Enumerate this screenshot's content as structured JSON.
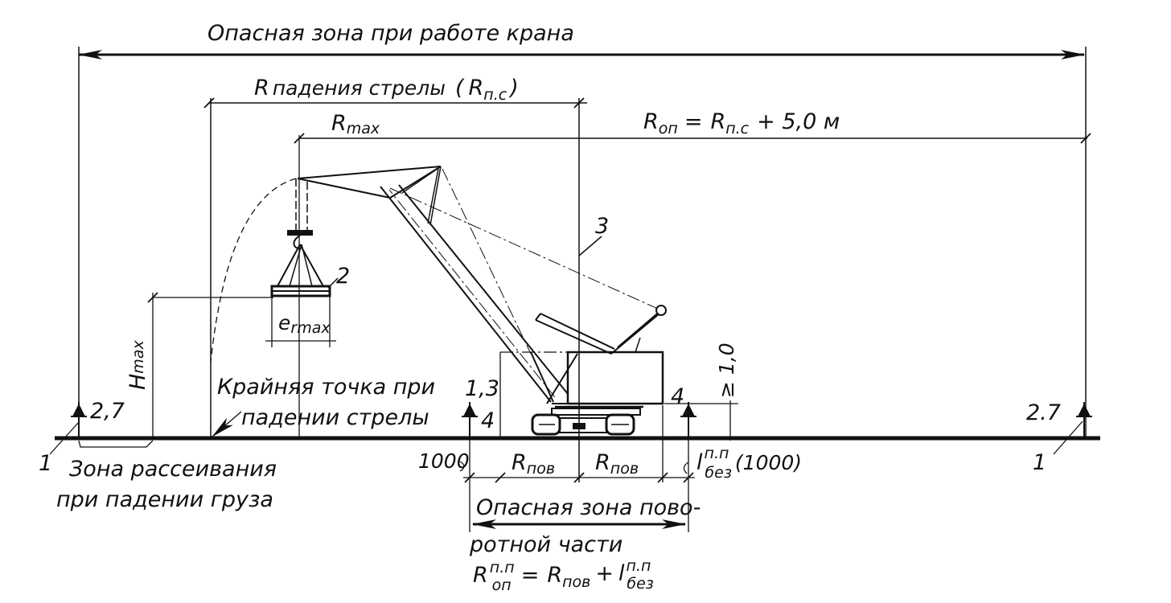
{
  "diagram": {
    "zone_title": "Опасная зона при работе крана",
    "boom_fall_radius": {
      "r": "R",
      "text": "падения стрелы",
      "paren_open": "(",
      "r2": "R",
      "sub": "п.с",
      "paren_close": ")"
    },
    "rmax": {
      "r": "R",
      "sub": "max"
    },
    "rop_formula": {
      "r1": "R",
      "sub1": "оп",
      "eq": "=",
      "r2": "R",
      "sub2": "п.с",
      "tail": "+ 5,0 м"
    },
    "hmax": {
      "h": "H",
      "sub": "max"
    },
    "load_width": {
      "e": "e",
      "sub": "rmax"
    },
    "callouts": {
      "load": "2",
      "rail_line": "3"
    },
    "markers": {
      "left_sign": "2,7",
      "mid_sign": "1,3",
      "mid_sign_4": "4",
      "right_crane_sign": "4",
      "far_right_sign": "2.7",
      "left_leader": "1",
      "right_leader": "1"
    },
    "clearance": "≥ 1,0",
    "extreme_point": {
      "line1": "Крайняя точка при",
      "line2": "падении стрелы"
    },
    "scatter_zone": {
      "line1": "Зона рассеивания",
      "line2": "при падении груза"
    },
    "dim_1000_left": "1000",
    "rpov_left": {
      "r": "R",
      "sub": "пов"
    },
    "rpov_right": {
      "r": "R",
      "sub": "пов"
    },
    "lbez": {
      "l": "l",
      "sup": "п.п",
      "sub": "без",
      "paren": "(1000)"
    },
    "rotating_zone": {
      "line1": "Опасная зона пово-",
      "line2": "ротной части"
    },
    "bottom_formula": {
      "r1": "R",
      "sup1": "п.п",
      "sub1": "оп",
      "eq": "=",
      "r2": "R",
      "sub2": "пов",
      "plus": "+",
      "l": "l",
      "sup3": "п.п",
      "sub3": "без"
    }
  }
}
